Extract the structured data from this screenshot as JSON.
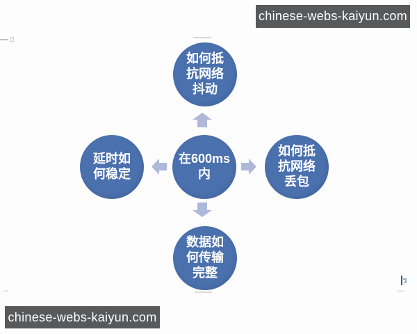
{
  "watermarks": {
    "top": {
      "text": "chinese-webs-kaiyun.com"
    },
    "bottom": {
      "text": "chinese-webs-kaiyun.com"
    }
  },
  "colors": {
    "node_fill": "#4a70ad",
    "node_text": "#ffffff",
    "arrow_fill": "#aeb9da",
    "watermark_bg": "#58595b",
    "watermark_text": "#ffffff"
  },
  "diagram": {
    "type": "radial-cycle",
    "center": {
      "lines": [
        "在600ms",
        "内"
      ]
    },
    "top": {
      "lines": [
        "如何抵",
        "抗网络",
        "抖动"
      ]
    },
    "right": {
      "lines": [
        "如何抵",
        "抗网络",
        "丢包"
      ]
    },
    "bottom": {
      "lines": [
        "数据如",
        "何传输",
        "完整"
      ]
    },
    "left": {
      "lines": [
        "延时如",
        "何稳定"
      ]
    }
  }
}
